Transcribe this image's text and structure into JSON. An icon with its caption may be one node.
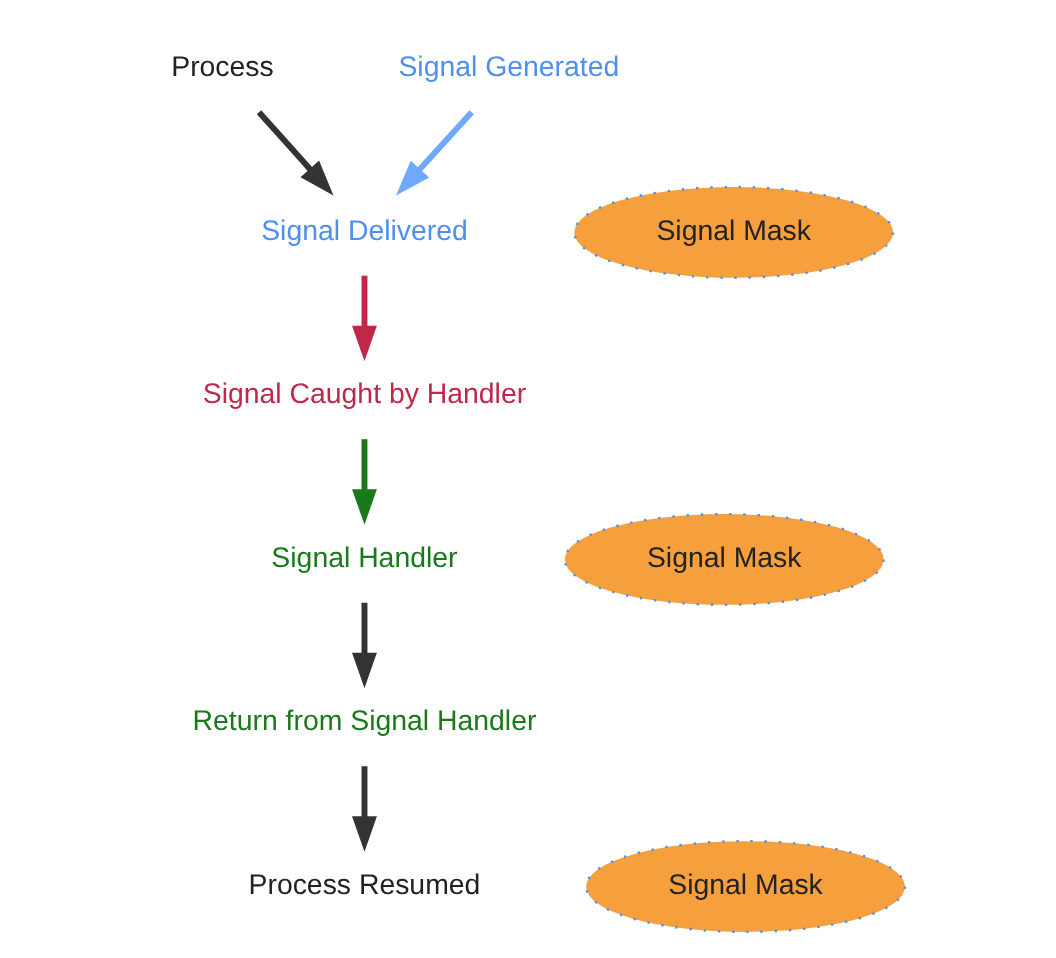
{
  "diagram": {
    "nodes": [
      {
        "text": [
          "Process"
        ]
      },
      {
        "text": [
          "Signal Generated"
        ]
      },
      {
        "text": [
          "Signal Mask"
        ]
      },
      {
        "text": [
          "Signal Delivered"
        ]
      },
      {
        "text": [
          "Signal Caught by Handler"
        ]
      },
      {
        "text": [
          "Signal Handler"
        ]
      },
      {
        "text": [
          "Signal Mask"
        ]
      },
      {
        "text": [
          "Return from Signal Handler"
        ]
      },
      {
        "text": [
          "Signal Mask"
        ]
      },
      {
        "text": [
          "Process Resumed"
        ]
      }
    ],
    "edges": [
      {
        "from": 0,
        "to": 3,
        "arrow": "to"
      },
      {
        "from": 1,
        "to": 3,
        "arrow": "to",
        "color": "#6fa8ff"
      },
      {
        "from": 3,
        "to": 4,
        "arrow": "to",
        "color": "#c0284a"
      },
      {
        "from": 4,
        "to": 5,
        "arrow": "to",
        "color": "#1a7a1a"
      },
      {
        "from": 5,
        "to": 7,
        "arrow": "to"
      },
      {
        "from": 7,
        "to": 9,
        "arrow": "to"
      }
    ]
  }
}
